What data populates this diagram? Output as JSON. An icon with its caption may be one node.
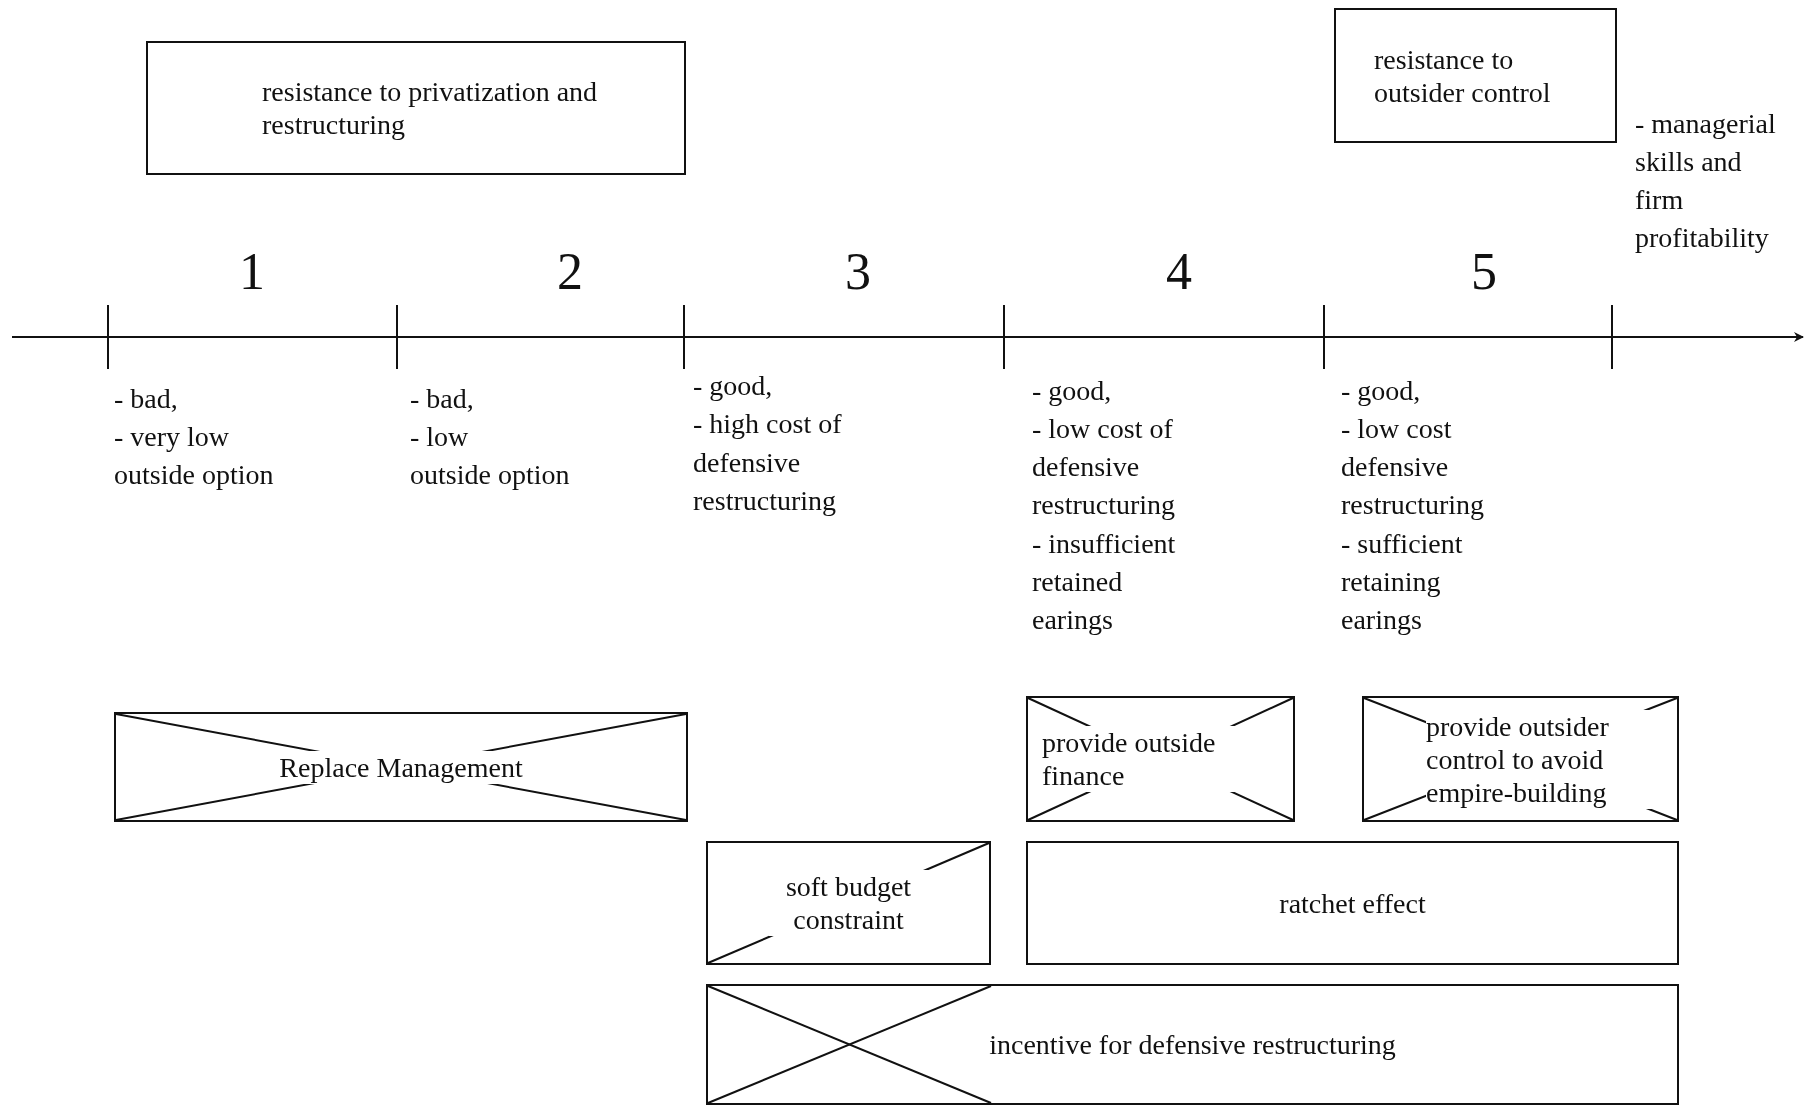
{
  "diagram": {
    "nodes": [
      {
        "text": [
          "resistance to privatization and restructuring"
        ]
      },
      {
        "text": [
          "resistance to outsider control"
        ]
      },
      {
        "text": [
          "Replace Management"
        ]
      },
      {
        "text": [
          "provide outside finance"
        ]
      },
      {
        "text": [
          "provide outsider control to avoid empire-building"
        ]
      },
      {
        "text": [
          "soft budget constraint"
        ]
      },
      {
        "text": [
          "ratchet effect"
        ]
      },
      {
        "text": [
          "incentive for defensive restructuring"
        ]
      }
    ],
    "labels": [
      "- managerial skills and firm profitability",
      "1",
      "2",
      "3",
      "4",
      "5",
      "- bad,",
      "- very low",
      "outside option",
      "- bad,",
      "- low",
      "outside option",
      "- good,",
      "- high cost of",
      "defensive",
      "restructuring",
      "- good,",
      "- low cost of",
      "defensive",
      "restructuring",
      "- insufficient",
      "retained",
      "earings",
      "- good,",
      "- low cost",
      "defensive",
      "restructuring",
      "- sufficient",
      "retaining",
      "earings"
    ]
  }
}
